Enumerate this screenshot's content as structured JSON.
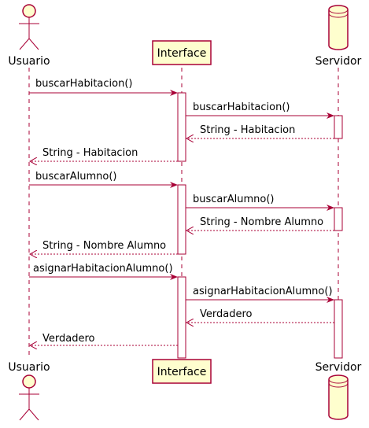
{
  "participants": {
    "usuario": {
      "name": "Usuario",
      "kind": "actor"
    },
    "interface": {
      "name": "Interface",
      "kind": "participant"
    },
    "servidor": {
      "name": "Servidor",
      "kind": "database"
    }
  },
  "messages": [
    {
      "from": "usuario",
      "to": "interface",
      "label": "buscarHabitacion()",
      "type": "call"
    },
    {
      "from": "interface",
      "to": "servidor",
      "label": "buscarHabitacion()",
      "type": "call"
    },
    {
      "from": "servidor",
      "to": "interface",
      "label": "String - Habitacion",
      "type": "return"
    },
    {
      "from": "interface",
      "to": "usuario",
      "label": "String - Habitacion",
      "type": "return"
    },
    {
      "from": "usuario",
      "to": "interface",
      "label": "buscarAlumno()",
      "type": "call"
    },
    {
      "from": "interface",
      "to": "servidor",
      "label": "buscarAlumno()",
      "type": "call"
    },
    {
      "from": "servidor",
      "to": "interface",
      "label": "String - Nombre Alumno",
      "type": "return"
    },
    {
      "from": "interface",
      "to": "usuario",
      "label": "String - Nombre Alumno",
      "type": "return"
    },
    {
      "from": "usuario",
      "to": "interface",
      "label": "asignarHabitacionAlumno()",
      "type": "call"
    },
    {
      "from": "interface",
      "to": "servidor",
      "label": "asignarHabitacionAlumno()",
      "type": "call"
    },
    {
      "from": "servidor",
      "to": "interface",
      "label": "Verdadero",
      "type": "return"
    },
    {
      "from": "interface",
      "to": "usuario",
      "label": "Verdadero",
      "type": "return"
    }
  ],
  "colors": {
    "line": "#A80036",
    "fill": "#FEFECE"
  }
}
